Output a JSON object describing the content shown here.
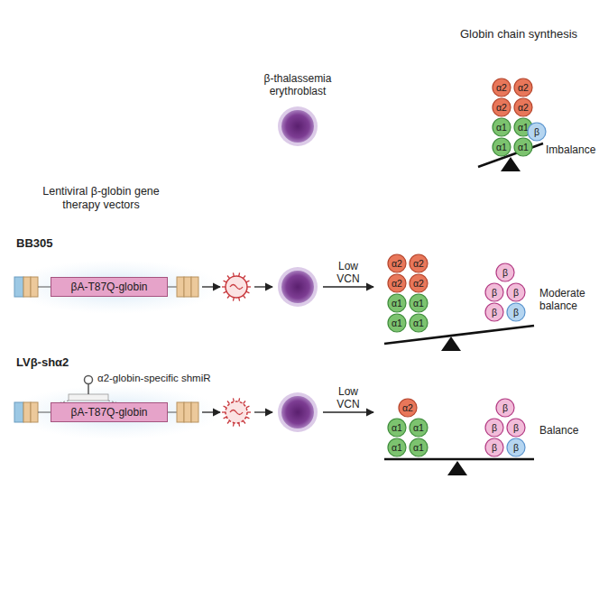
{
  "diagram": {
    "nodes": [
      {
        "text": [
          "α2"
        ]
      },
      {
        "text": [
          "α2"
        ]
      },
      {
        "text": [
          "α2"
        ]
      },
      {
        "text": [
          "α2"
        ]
      },
      {
        "text": [
          "α1"
        ]
      },
      {
        "text": [
          "α1"
        ]
      },
      {
        "text": [
          "α1"
        ]
      },
      {
        "text": [
          "α1"
        ]
      },
      {
        "text": [
          "β"
        ]
      },
      {
        "text": [
          "βA-T87Q-globin"
        ]
      },
      {
        "text": [
          "α2"
        ]
      },
      {
        "text": [
          "α2"
        ]
      },
      {
        "text": [
          "α2"
        ]
      },
      {
        "text": [
          "α2"
        ]
      },
      {
        "text": [
          "α1"
        ]
      },
      {
        "text": [
          "α1"
        ]
      },
      {
        "text": [
          "α1"
        ]
      },
      {
        "text": [
          "α1"
        ]
      },
      {
        "text": [
          "β"
        ]
      },
      {
        "text": [
          "β"
        ]
      },
      {
        "text": [
          "β"
        ]
      },
      {
        "text": [
          "β"
        ]
      },
      {
        "text": [
          "β"
        ]
      },
      {
        "text": [
          "βA-T87Q-globin"
        ]
      },
      {
        "text": [
          "α2"
        ]
      },
      {
        "text": [
          "α1"
        ]
      },
      {
        "text": [
          "α1"
        ]
      },
      {
        "text": [
          "α1"
        ]
      },
      {
        "text": [
          "α1"
        ]
      },
      {
        "text": [
          "β"
        ]
      },
      {
        "text": [
          "β"
        ]
      },
      {
        "text": [
          "β"
        ]
      },
      {
        "text": [
          "β"
        ]
      },
      {
        "text": [
          "β"
        ]
      }
    ],
    "labels": [
      "Globin chain synthesis",
      "β-thalassemia erythroblast",
      "Imbalance",
      "Lentiviral β-globin gene therapy vectors",
      "BB305",
      "Low VCN",
      "Moderate balance",
      "LVβ-shα2",
      "α2-globin-specific shmiR",
      "Low VCN",
      "Balance"
    ]
  }
}
